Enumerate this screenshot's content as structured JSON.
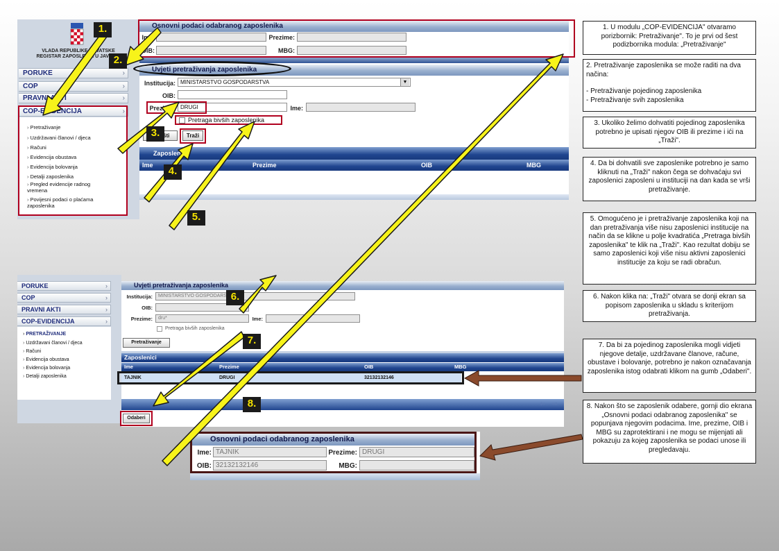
{
  "top_screen": {
    "logo": {
      "title_line1": "VLADA REPUBLIKE HRVATSKE",
      "title_line2": "REGISTAR ZAPOSLENIH U JAVNOM"
    },
    "nav": [
      {
        "label": "PORUKE"
      },
      {
        "label": "COP"
      },
      {
        "label": "PRAVNI AKTI"
      },
      {
        "label": "COP-EVIDENCIJA"
      }
    ],
    "submenu": [
      "Pretraživanje",
      "Uzdržavani članovi / djeca",
      "Računi",
      "Evidencija obustava",
      "Evidencija bolovanja",
      "Detalji zaposlenika",
      "Pregled evidencije radnog vremena",
      "Povijesni podaci o plaćama zaposlenika"
    ],
    "basic_data": {
      "title": "Osnovni podaci odabranog zaposlenika",
      "ime_label": "Ime:",
      "prezime_label": "Prezime:",
      "oib_label": "OIB:",
      "mbg_label": "MBG:"
    },
    "search": {
      "title": "Uvjeti pretraživanja zaposlenika",
      "institucija_label": "Institucija:",
      "institucija_value": "MINISTARSTVO GOSPODARSTVA",
      "oib_label": "OIB:",
      "prezime_label": "Prezime:",
      "prezime_value": "DRUGI",
      "ime_label": "Ime:",
      "former_label": "Pretraga bivših zaposlenika",
      "btn_clear": "Poništi",
      "btn_search": "Traži"
    },
    "results": {
      "title": "Zaposlenici",
      "columns": [
        "Ime",
        "Prezime",
        "OIB",
        "MBG"
      ]
    }
  },
  "bottom_screen": {
    "nav": [
      {
        "label": "PORUKE"
      },
      {
        "label": "COP"
      },
      {
        "label": "PRAVNI AKTI"
      },
      {
        "label": "COP-EVIDENCIJA"
      }
    ],
    "submenu": [
      "PRETRAŽIVANJE",
      "Uzdržavani članovi / djeca",
      "Računi",
      "Evidencija obustava",
      "Evidencija bolovanja",
      "Detalji zaposlenika"
    ],
    "search": {
      "title": "Uvjeti pretraživanja zaposlenika",
      "institucija_label": "Institucija:",
      "institucija_value": "MINISTARSTVO GOSPODARSTVA",
      "oib_label": "OIB:",
      "prezime_label": "Prezime:",
      "prezime_value": "dru*",
      "ime_label": "Ime:",
      "former_label": "Pretraga bivših zaposlenika",
      "btn_search": "Pretraživanje"
    },
    "results": {
      "title": "Zaposlenici",
      "columns": [
        "Ime",
        "Prezime",
        "OIB",
        "MBG"
      ],
      "rows": [
        {
          "ime": "TAJNIK",
          "prezime": "DRUGI",
          "oib": "32132132146",
          "mbg": ""
        }
      ]
    },
    "select_button": "Odaberi"
  },
  "filled_panel": {
    "title": "Osnovni podaci odabranog zaposlenika",
    "ime_label": "Ime:",
    "ime_value": "TAJNIK",
    "prezime_label": "Prezime:",
    "prezime_value": "DRUGI",
    "oib_label": "OIB:",
    "oib_value": "32132132146",
    "mbg_label": "MBG:",
    "mbg_value": ""
  },
  "steps": [
    "1.",
    "2.",
    "3.",
    "4.",
    "5.",
    "6.",
    "7.",
    "8."
  ],
  "notes": [
    "1. U modulu „COP-EVIDENCIJA\" otvaramo porizbornik: Pretraživanje\". To je prvi od šest podizbornika modula: „Pretraživanje\"",
    "2. Pretraživanje zaposlenika se može raditi na dva načina:",
    "- Pretraživanje pojedinog zaposlenika",
    "- Pretraživanje svih zaposlenika",
    "3. Ukoliko želimo dohvatiti pojedinog zaposlenika potrebno je upisati njegov OIB ili prezime i ići na „Traži\".",
    "4. Da bi dohvatili sve zaposlenike potrebno je samo kliknuti na „Traži\" nakon čega se dohvaćaju svi zaposlenici zaposleni u instituciji na dan kada se vrši pretraživanje.",
    "5. Omogućeno je i pretraživanje zaposlenika koji na dan pretraživanja više nisu zaposlenici institucije na način da se klikne u polje kvadratića „Pretraga bivših zaposlenika\" te klik na „Traži\". Kao rezultat dobiju se samo zaposlenici koji više nisu aktivni zaposlenici institucije za koju se radi obračun.",
    "6. Nakon klika na: „Traži\" otvara se donji ekran sa popisom zaposlenika u skladu s kriterijom pretraživanja.",
    "7. Da bi za pojedinog zaposlenika mogli vidjeti njegove detalje, uzdržavane članove, račune, obustave i bolovanje, potrebno je nakon označavanja zaposlenika istog odabrati klikom na gumb „Odaberi\".",
    "8. Nakon što se zaposlenik odabere, gornji dio ekrana „Osnovni podaci odabranog zaposlenika\" se popunjava njegovim podacima. Ime, prezime, OIB i MBG su zaprotektirani i ne mogu se mijenjati ali pokazuju za kojeg zaposlenika se podaci unose ili pregledavaju."
  ],
  "colors": {
    "highlight": "#b0001e",
    "arrow": "#f7f31a",
    "brown_arrow": "#8a4a2c",
    "header_dark": "#20458f"
  }
}
